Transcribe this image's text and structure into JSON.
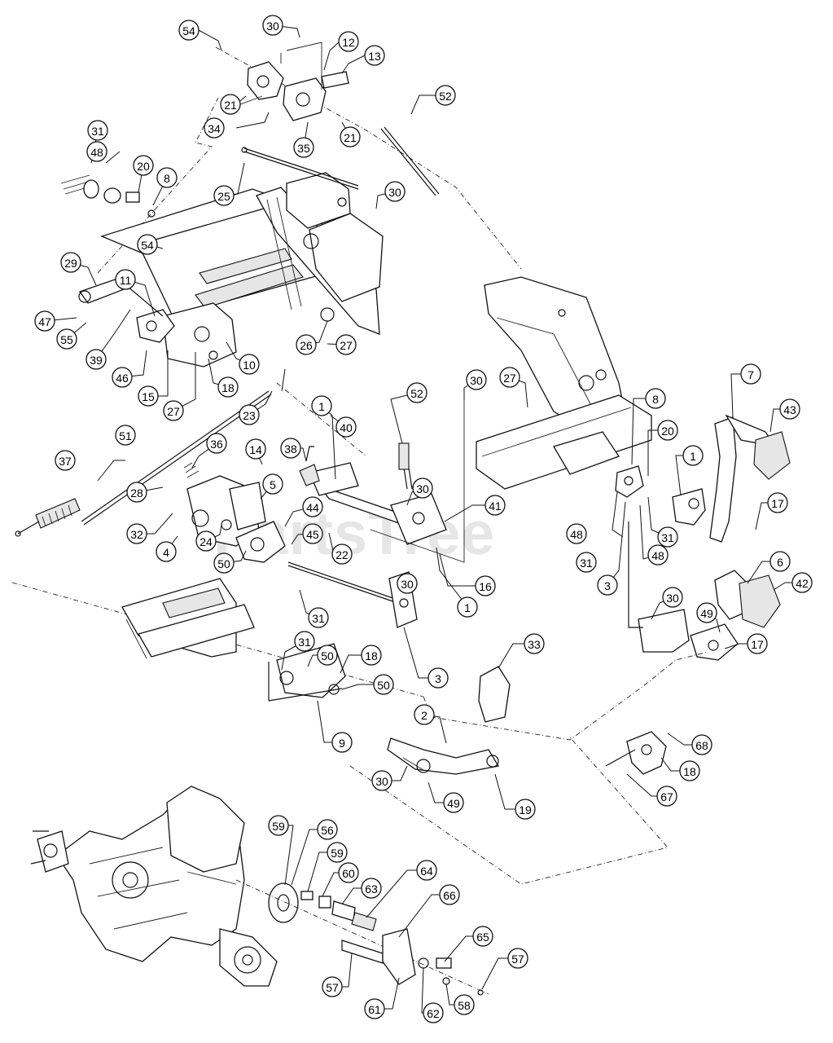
{
  "diagram": {
    "watermark": "PartsTree",
    "callouts": [
      "54",
      "30",
      "12",
      "13",
      "52",
      "21",
      "34",
      "35",
      "21",
      "31",
      "48",
      "20",
      "8",
      "25",
      "30",
      "54",
      "29",
      "11",
      "47",
      "55",
      "39",
      "46",
      "15",
      "27",
      "18",
      "10",
      "26",
      "27",
      "30",
      "27",
      "52",
      "8",
      "7",
      "43",
      "1",
      "40",
      "23",
      "51",
      "14",
      "38",
      "36",
      "37",
      "5",
      "28",
      "30",
      "41",
      "32",
      "44",
      "45",
      "22",
      "4",
      "24",
      "50",
      "16",
      "1",
      "20",
      "1",
      "17",
      "48",
      "31",
      "3",
      "31",
      "48",
      "6",
      "42",
      "30",
      "49",
      "17",
      "30",
      "31",
      "31",
      "50",
      "18",
      "3",
      "50",
      "33",
      "2",
      "9",
      "68",
      "18",
      "30",
      "49",
      "19",
      "67",
      "59",
      "56",
      "59",
      "60",
      "63",
      "64",
      "66",
      "65",
      "57",
      "57",
      "61",
      "62",
      "58"
    ]
  }
}
